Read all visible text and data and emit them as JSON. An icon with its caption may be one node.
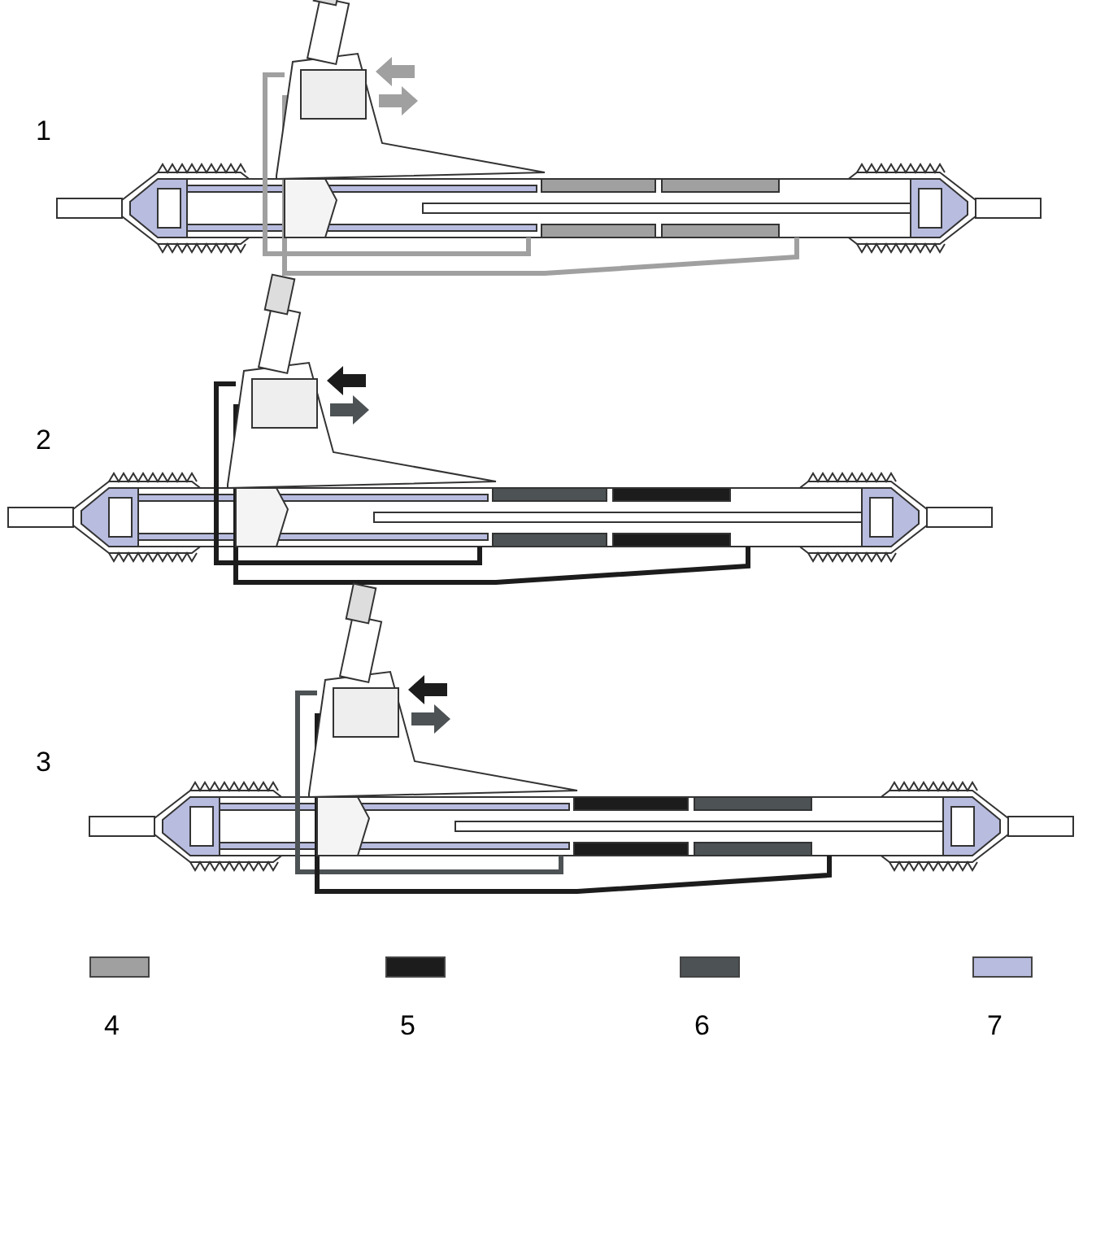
{
  "diagram": {
    "labels": [
      "1",
      "2",
      "3"
    ],
    "legend": [
      {
        "text": "4",
        "color": "#a0a0a0"
      },
      {
        "text": "5",
        "color": "#1c1c1c"
      },
      {
        "text": "6",
        "color": "#4d5254"
      },
      {
        "text": "7",
        "color": "#b8bcdf"
      }
    ]
  }
}
